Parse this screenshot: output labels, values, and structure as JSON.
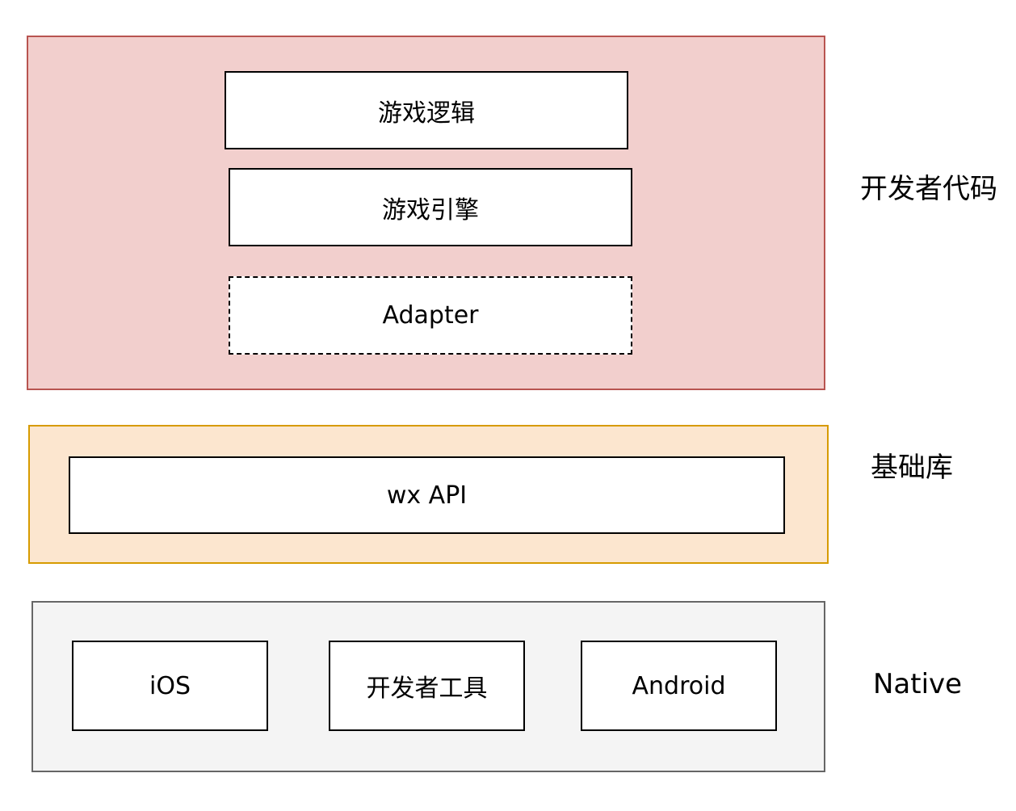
{
  "colors": {
    "developer_layer_fill": "#f2cfcd",
    "developer_layer_border": "#b85450",
    "base_layer_fill": "#fce6cf",
    "base_layer_border": "#d79b00",
    "native_layer_fill": "#f4f4f4",
    "native_layer_border": "#666666",
    "box_fill": "#ffffff",
    "box_border": "#000000"
  },
  "developer_layer": {
    "label": "开发者代码",
    "boxes": {
      "game_logic": "游戏逻辑",
      "game_engine": "游戏引擎",
      "adapter": "Adapter"
    }
  },
  "base_layer": {
    "label": "基础库",
    "boxes": {
      "wx_api": "wx API"
    }
  },
  "native_layer": {
    "label": "Native",
    "boxes": {
      "ios": "iOS",
      "devtools": "开发者工具",
      "android": "Android"
    }
  }
}
